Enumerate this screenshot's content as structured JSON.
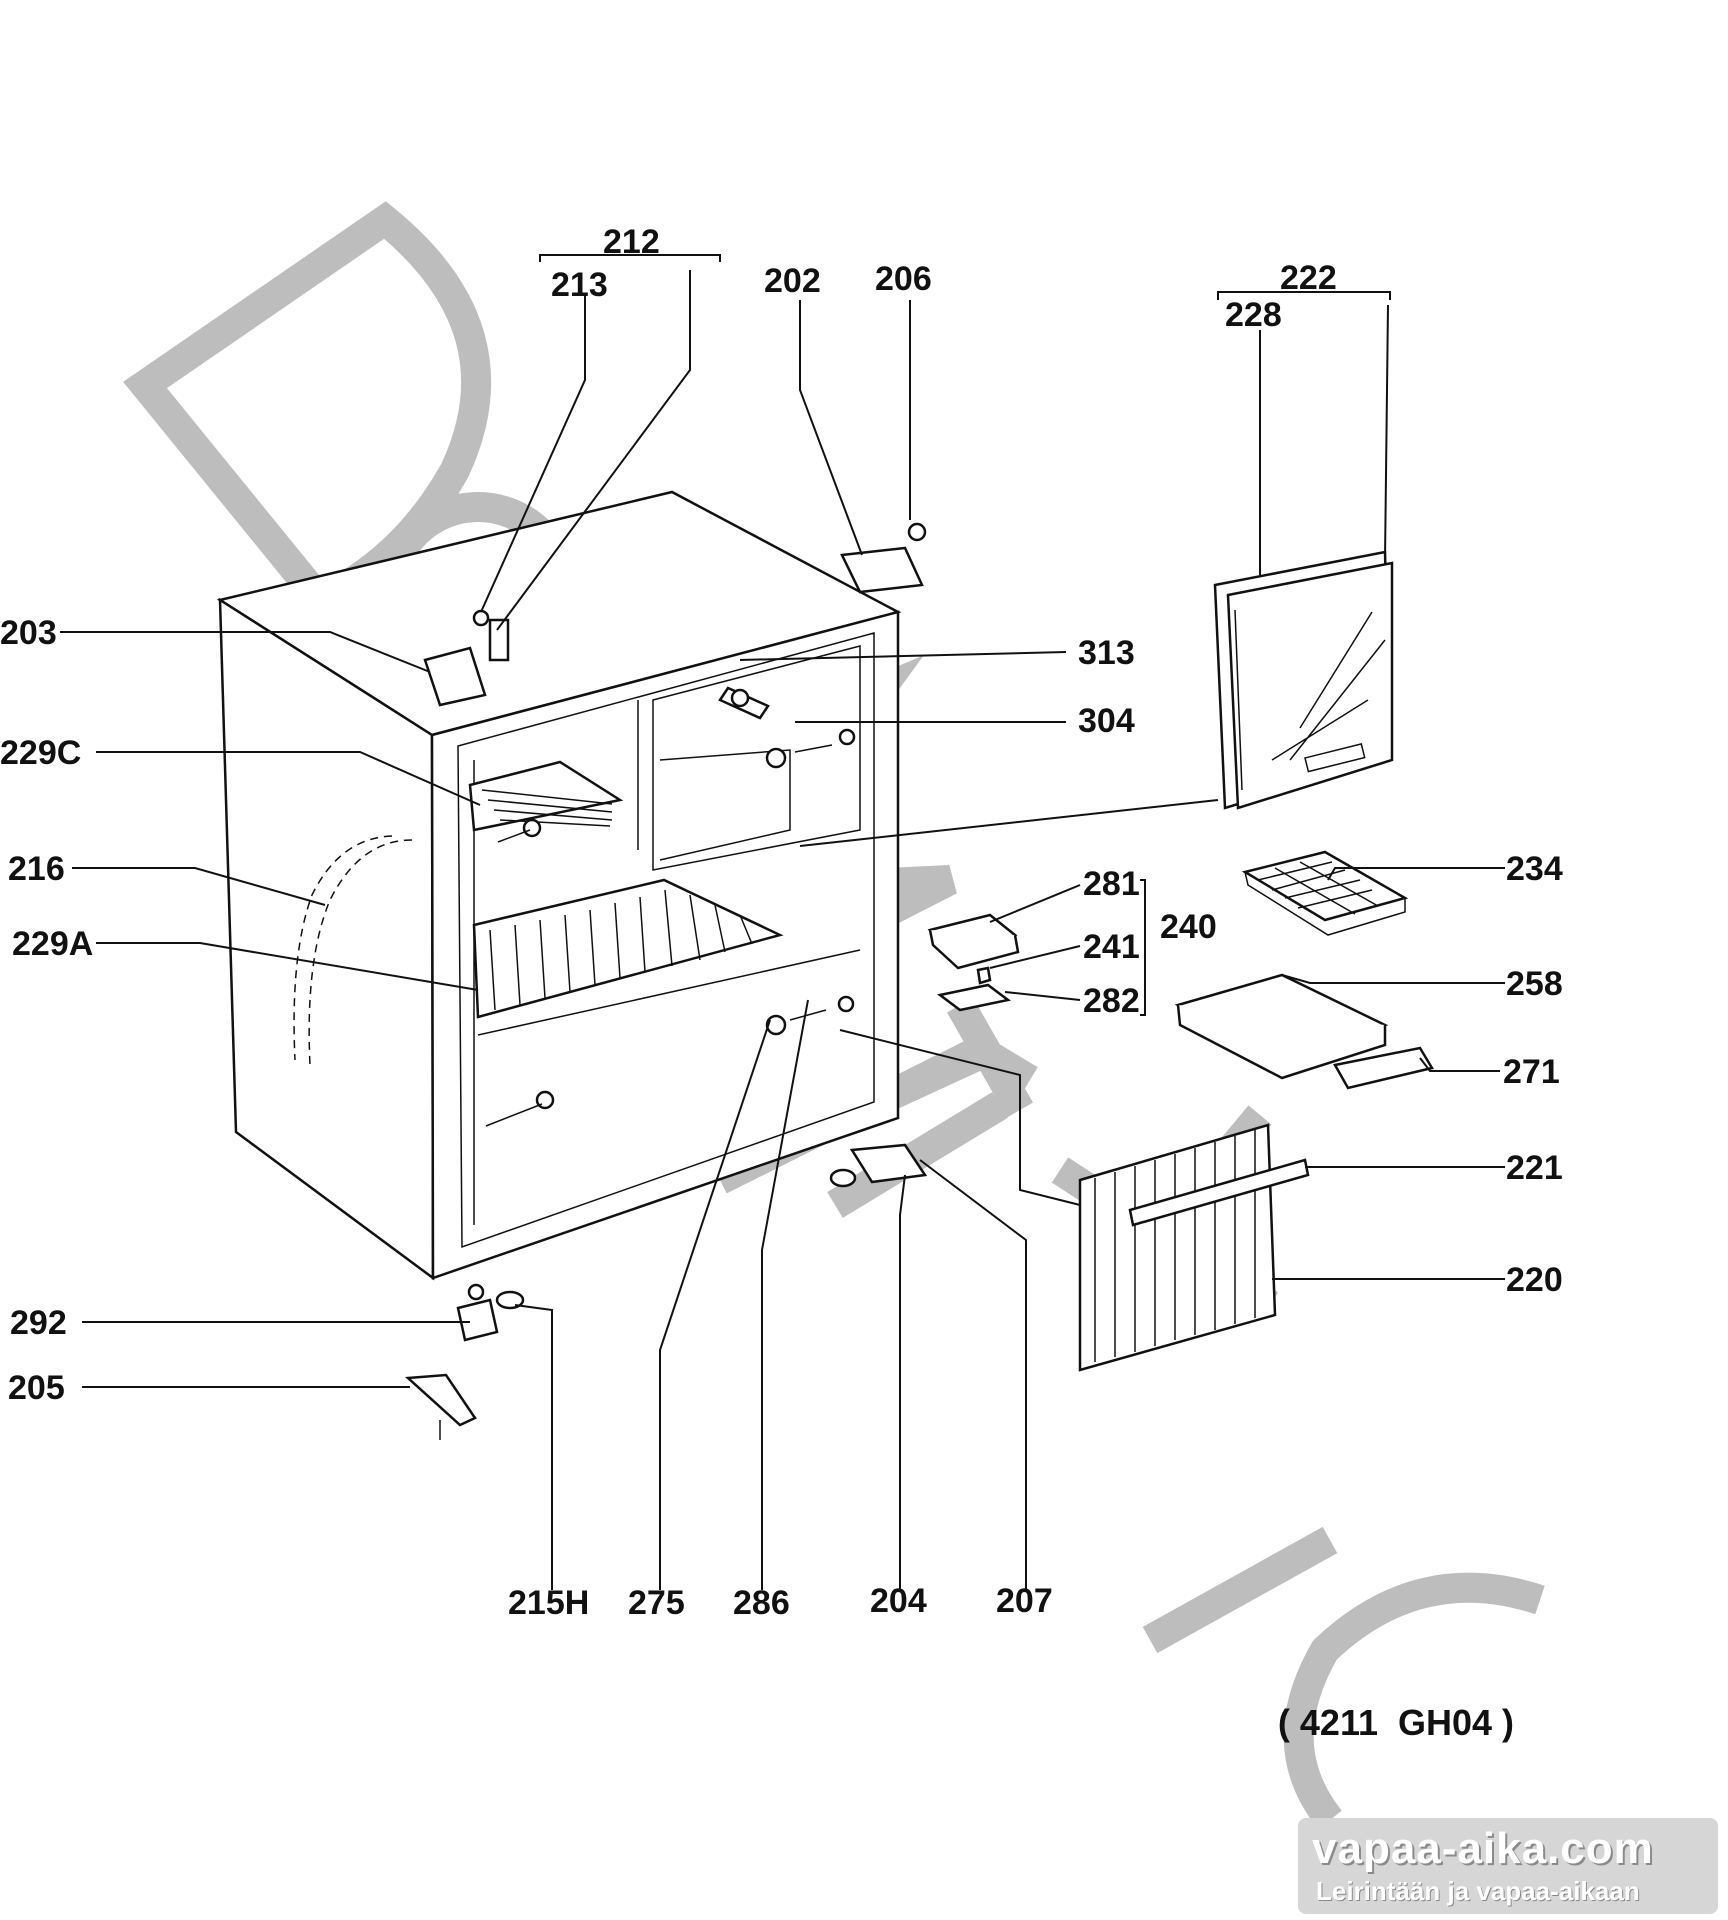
{
  "diagram": {
    "watermark": "DOMETIC",
    "drawing_code": "( 4211  GH04 )",
    "labels": {
      "p212": "212",
      "p213": "213",
      "p202": "202",
      "p206": "206",
      "p222": "222",
      "p228": "228",
      "p203": "203",
      "p313": "313",
      "p304": "304",
      "p229C": "229C",
      "p216": "216",
      "p229A": "229A",
      "p281": "281",
      "p240": "240",
      "p241": "241",
      "p282": "282",
      "p234": "234",
      "p258": "258",
      "p271": "271",
      "p221": "221",
      "p220": "220",
      "p292": "292",
      "p205": "205",
      "p215H": "215H",
      "p275": "275",
      "p286": "286",
      "p204": "204",
      "p207": "207"
    }
  },
  "brand": {
    "name": "vapaa-aika.com",
    "tagline": "Leirintään ja vapaa-aikaan"
  }
}
